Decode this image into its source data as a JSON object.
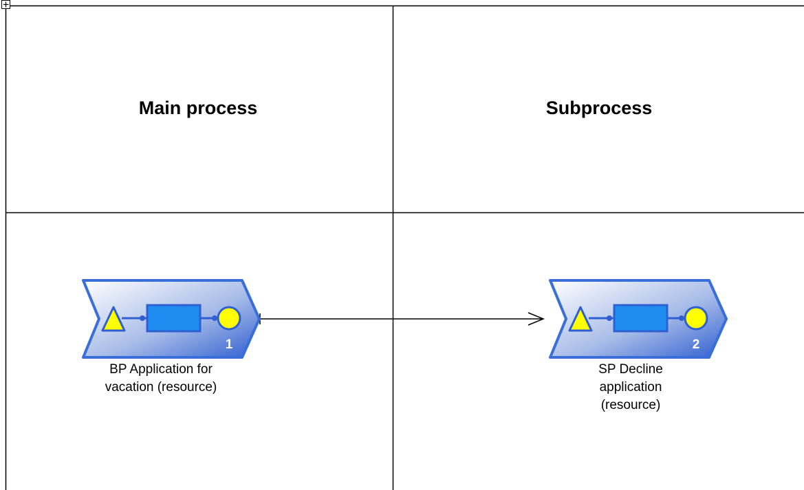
{
  "lanes": [
    {
      "title": "Main process"
    },
    {
      "title": "Subprocess"
    }
  ],
  "processes": [
    {
      "number": "1",
      "label_lines": [
        "BP Application for",
        "vacation (resource)"
      ]
    },
    {
      "number": "2",
      "label_lines": [
        "SP Decline",
        "application",
        "(resource)"
      ]
    }
  ],
  "colors": {
    "grid_line": "#000000",
    "process_border": "#3a6ed9",
    "process_fill_light": "#ffffff",
    "process_fill_dark": "#2f5fd0",
    "event_fill": "#ffff00",
    "function_fill": "#1e8cf0"
  },
  "icons": {
    "expand": "plus-box-icon",
    "event_triangle": "triangle-icon",
    "function_rect": "rectangle-icon",
    "event_circle": "circle-icon"
  }
}
